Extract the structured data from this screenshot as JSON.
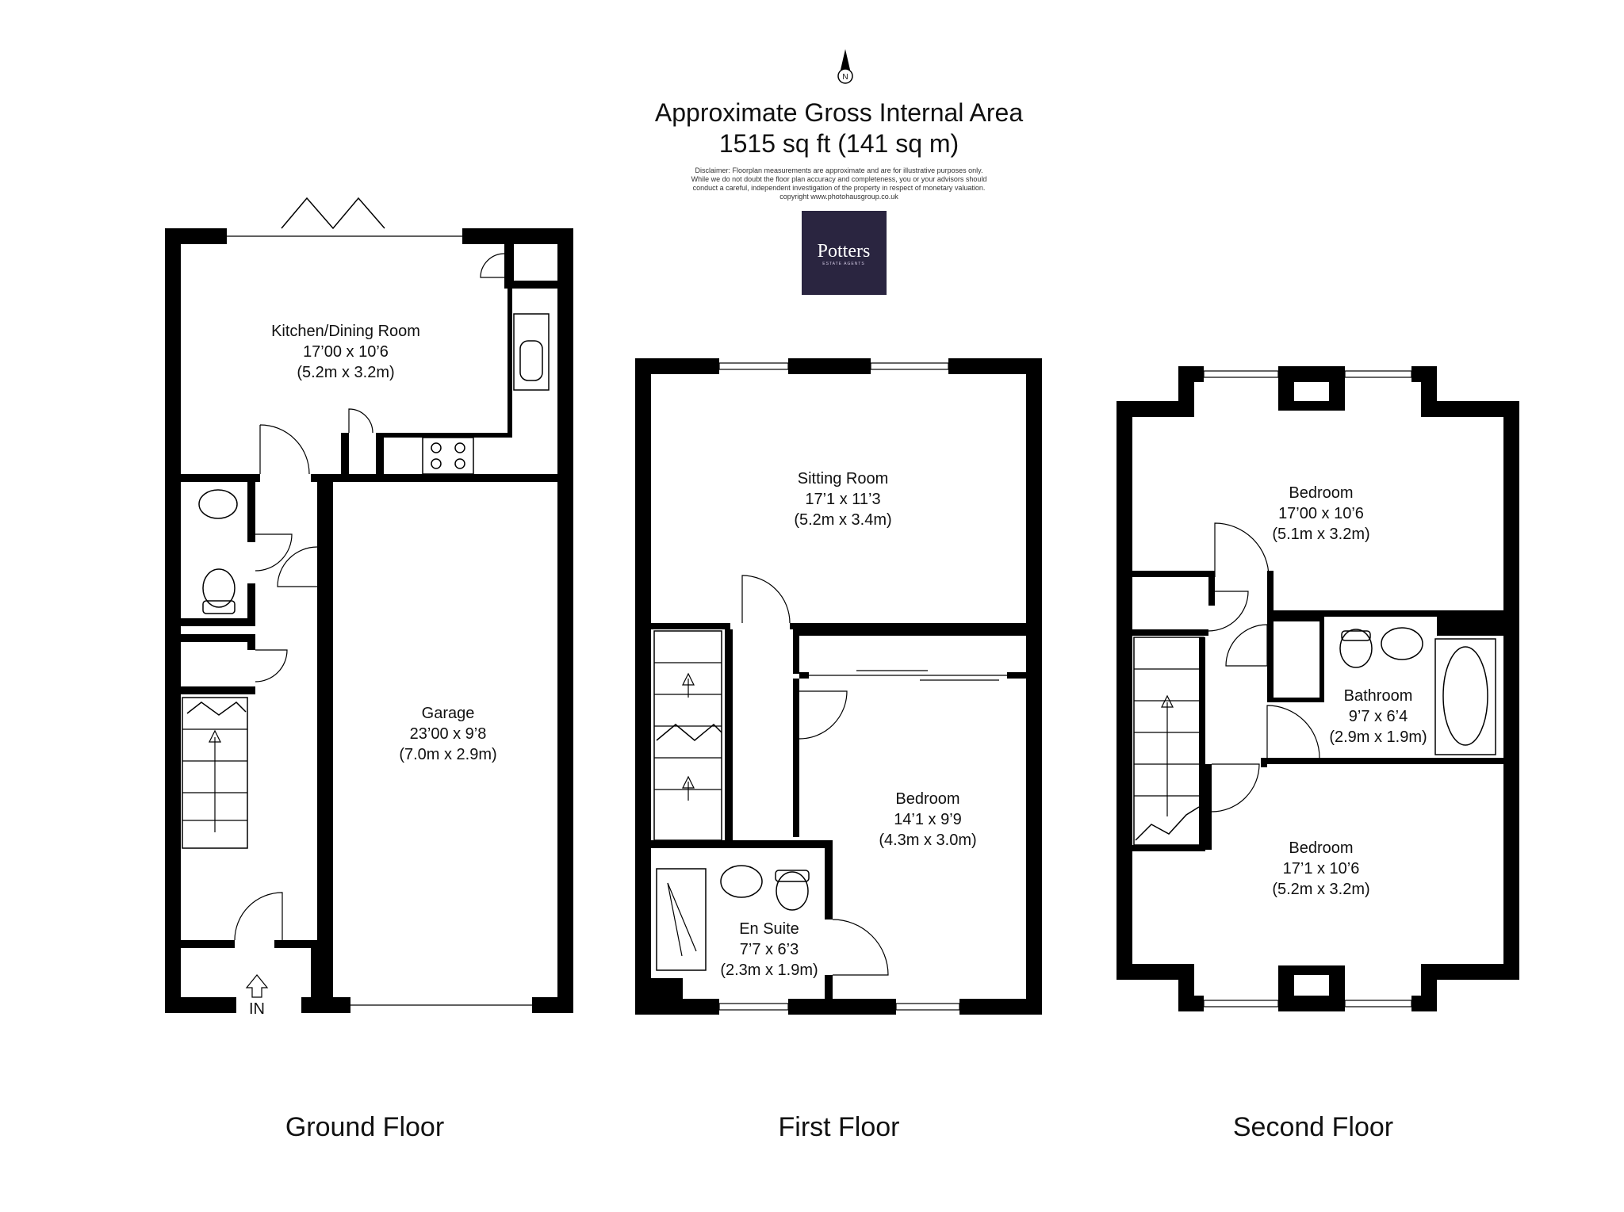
{
  "header": {
    "compass_letter": "N",
    "title_line1": "Approximate Gross Internal Area",
    "title_line2": "1515 sq ft (141 sq m)",
    "disclaimer_lines": [
      "Disclaimer: Floorplan measurements are approximate and are for illustrative purposes only.",
      "While we do not doubt the floor plan accuracy and completeness, you or your advisors should",
      "conduct a careful, independent investigation of the property in respect of monetary valuation.",
      "copyright www.photohausgroup.co.uk"
    ],
    "logo_text": "Potters",
    "logo_subtext": "ESTATE AGENTS",
    "logo_color": "#2a2540"
  },
  "floors": {
    "ground": {
      "name": "Ground Floor",
      "entrance_label": "IN",
      "rooms": {
        "kitchen": {
          "name": "Kitchen/Dining Room",
          "imperial": "17’00 x 10’6",
          "metric": "(5.2m x 3.2m)"
        },
        "garage": {
          "name": "Garage",
          "imperial": "23’00 x 9’8",
          "metric": "(7.0m x 2.9m)"
        }
      }
    },
    "first": {
      "name": "First Floor",
      "rooms": {
        "sitting": {
          "name": "Sitting Room",
          "imperial": "17’1 x 11’3",
          "metric": "(5.2m x 3.4m)"
        },
        "bedroom": {
          "name": "Bedroom",
          "imperial": "14’1 x 9’9",
          "metric": "(4.3m x 3.0m)"
        },
        "ensuite": {
          "name": "En Suite",
          "imperial": "7’7 x 6’3",
          "metric": "(2.3m x 1.9m)"
        }
      }
    },
    "second": {
      "name": "Second Floor",
      "rooms": {
        "bedroom_front": {
          "name": "Bedroom",
          "imperial": "17’00 x 10’6",
          "metric": "(5.1m x 3.2m)"
        },
        "bathroom": {
          "name": "Bathroom",
          "imperial": "9’7 x 6’4",
          "metric": "(2.9m x 1.9m)"
        },
        "bedroom_rear": {
          "name": "Bedroom",
          "imperial": "17’1 x 10’6",
          "metric": "(5.2m x 3.2m)"
        }
      }
    }
  }
}
